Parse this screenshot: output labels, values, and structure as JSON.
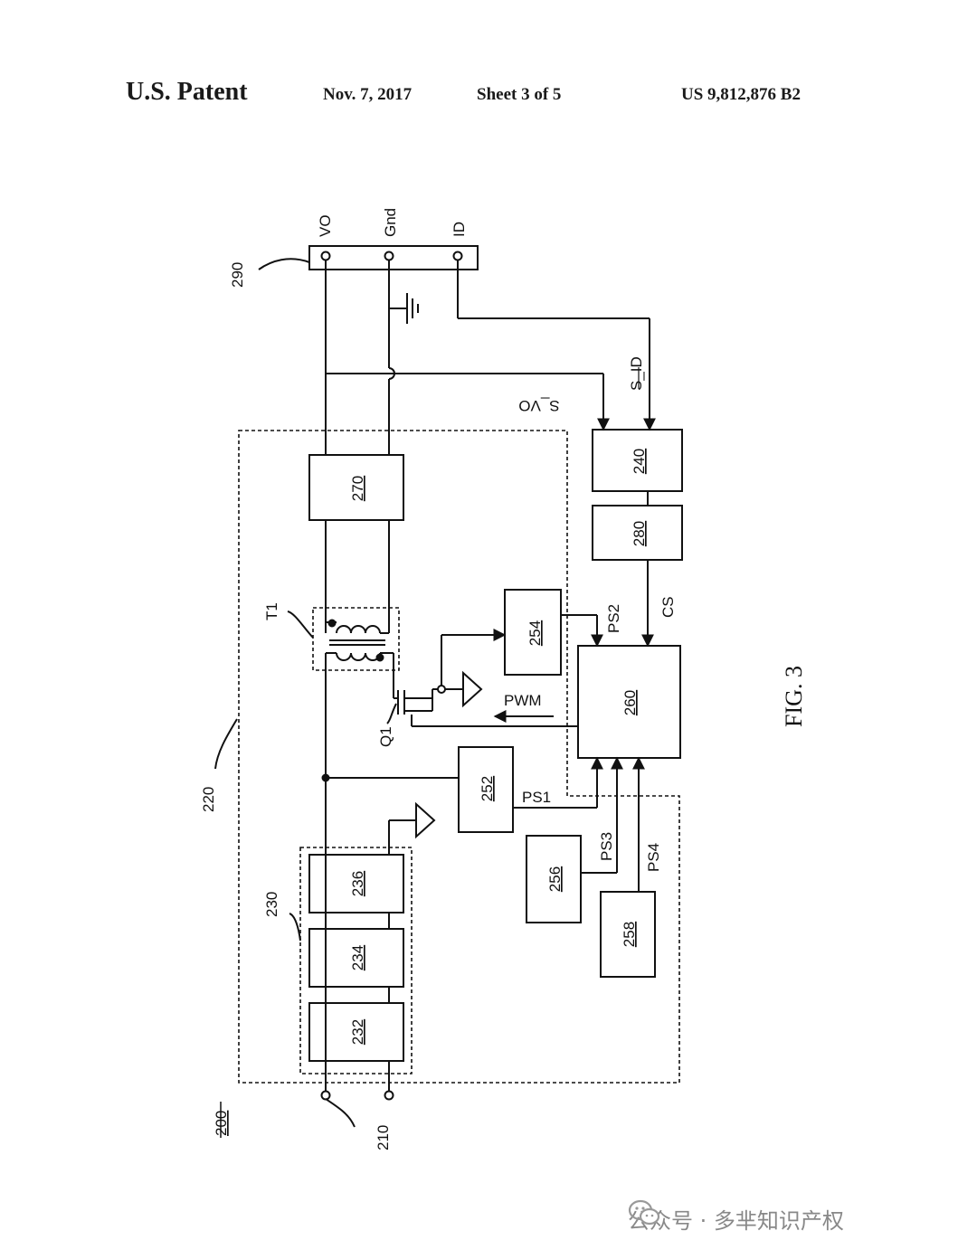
{
  "header": {
    "title": "U.S. Patent",
    "date": "Nov. 7, 2017",
    "sheet": "Sheet 3 of 5",
    "patent_no": "US 9,812,876 B2"
  },
  "figure": {
    "caption": "FIG. 3",
    "connector": {
      "pins": [
        "VO",
        "Gnd",
        "ID"
      ]
    },
    "signals": {
      "s_vo": "S_VO",
      "s_id": "S_ID",
      "cs": "CS",
      "pwm": "PWM",
      "ps1": "PS1",
      "ps2": "PS2",
      "ps3": "PS3",
      "ps4": "PS4"
    },
    "components": {
      "t1": "T1",
      "q1": "Q1"
    },
    "blocks": [
      "270",
      "240",
      "280",
      "254",
      "260",
      "252",
      "256",
      "258",
      "236",
      "234",
      "232"
    ],
    "refs": {
      "r290": "290",
      "r220": "220",
      "r230": "230",
      "r200": "200",
      "r210": "210"
    }
  },
  "watermark": {
    "icon": "wechat-icon",
    "text": "公众号 · 多芈知识产权"
  }
}
